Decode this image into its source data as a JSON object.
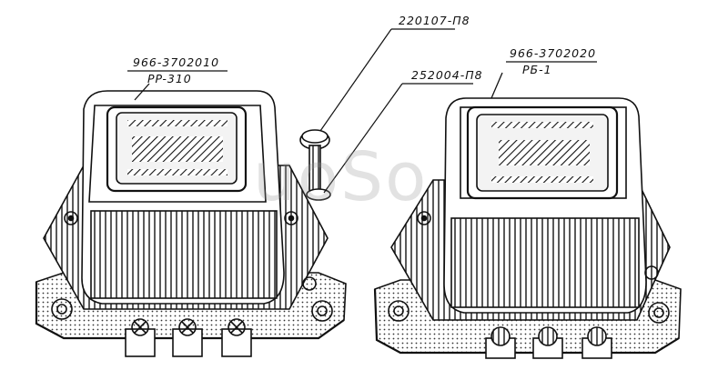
{
  "left_unit": {
    "part_number": "966-3702010",
    "model": "PP-310"
  },
  "right_unit": {
    "part_number": "966-3702020",
    "model": "PБ-1"
  },
  "callouts": {
    "screw": "220107-П8",
    "washer": "252004-П8"
  },
  "watermark": "uoSo"
}
